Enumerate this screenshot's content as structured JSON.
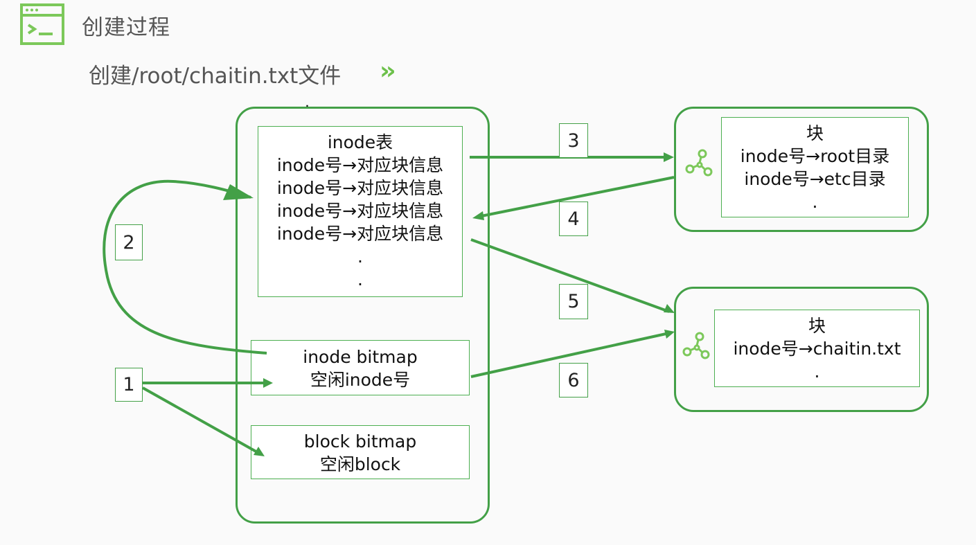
{
  "header": {
    "title": "创建过程",
    "icon": "terminal-window-icon"
  },
  "subtitle": "创建/root/chaitin.txt文件",
  "subtitle_icon": "double-chevron-right-icon",
  "inode_table": {
    "title": "inode表",
    "rows": [
      "inode号→对应块信息",
      "inode号→对应块信息",
      "inode号→对应块信息",
      "inode号→对应块信息",
      ".",
      "."
    ]
  },
  "inode_bitmap": {
    "line1": "inode bitmap",
    "line2": "空闲inode号"
  },
  "block_bitmap": {
    "line1": "block bitmap",
    "line2": "空闲block"
  },
  "block_root": {
    "title": "块",
    "lines": [
      "inode号→root目录",
      "inode号→etc目录",
      "."
    ]
  },
  "block_file": {
    "title": "块",
    "lines": [
      "inode号→chaitin.txt",
      "."
    ]
  },
  "steps": [
    "1",
    "2",
    "3",
    "4",
    "5",
    "6"
  ],
  "colors": {
    "accent": "#43a047",
    "icon": "#6cc04a"
  }
}
